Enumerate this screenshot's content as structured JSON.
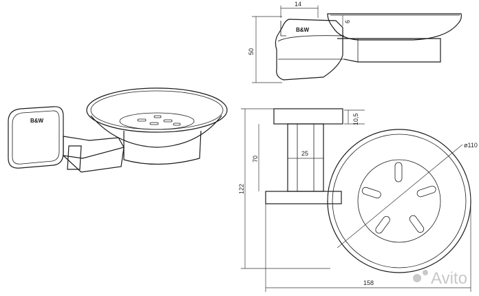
{
  "brand": "B&W",
  "dimensions": {
    "top_width": "14",
    "top_gap": "6",
    "side_height": "50",
    "flange_height": "10,5",
    "post_height": "70",
    "post_width": "25",
    "total_height": "122",
    "total_length": "158",
    "dish_diameter": "ø110"
  },
  "watermark": "Avito",
  "colors": {
    "line": "#1a1a1a",
    "watermark": "#c8c8c8"
  }
}
